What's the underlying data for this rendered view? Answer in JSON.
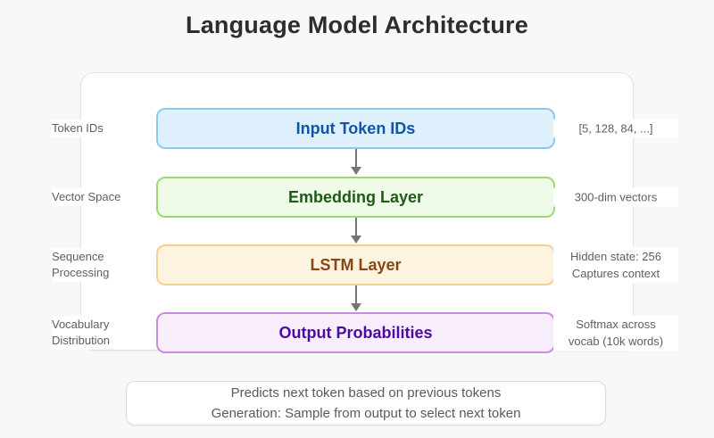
{
  "page": {
    "title": "Language Model Architecture",
    "background_color": "#f7f8fa"
  },
  "diagram": {
    "layers": [
      {
        "label": "Input Token IDs",
        "side_label_lines": [
          "Token IDs"
        ],
        "annotation_lines": [
          "[5, 128, 84, ...]"
        ],
        "text_color": "#1254a8",
        "fill_color": "#ddf0fb",
        "border_color": "#8bc8ef"
      },
      {
        "label": "Embedding Layer",
        "side_label_lines": [
          "Vector Space"
        ],
        "annotation_lines": [
          "300-dim vectors"
        ],
        "text_color": "#1e5b16",
        "fill_color": "#f0fae9",
        "border_color": "#9ad973"
      },
      {
        "label": "LSTM Layer",
        "side_label_lines": [
          "Sequence",
          "Processing"
        ],
        "annotation_lines": [
          "Hidden state: 256",
          "Captures context"
        ],
        "text_color": "#8b4513",
        "fill_color": "#fdf4df",
        "border_color": "#f6cf90"
      },
      {
        "label": "Output Probabilities",
        "side_label_lines": [
          "Vocabulary",
          "Distribution"
        ],
        "annotation_lines": [
          "Softmax across",
          "vocab (10k words)"
        ],
        "text_color": "#4a0ba5",
        "fill_color": "#f8edfb",
        "border_color": "#ca8cdd"
      }
    ],
    "arrow_color": "#757575",
    "footer_lines": [
      "Predicts next token based on previous tokens",
      "Generation: Sample from output to select next token"
    ]
  }
}
